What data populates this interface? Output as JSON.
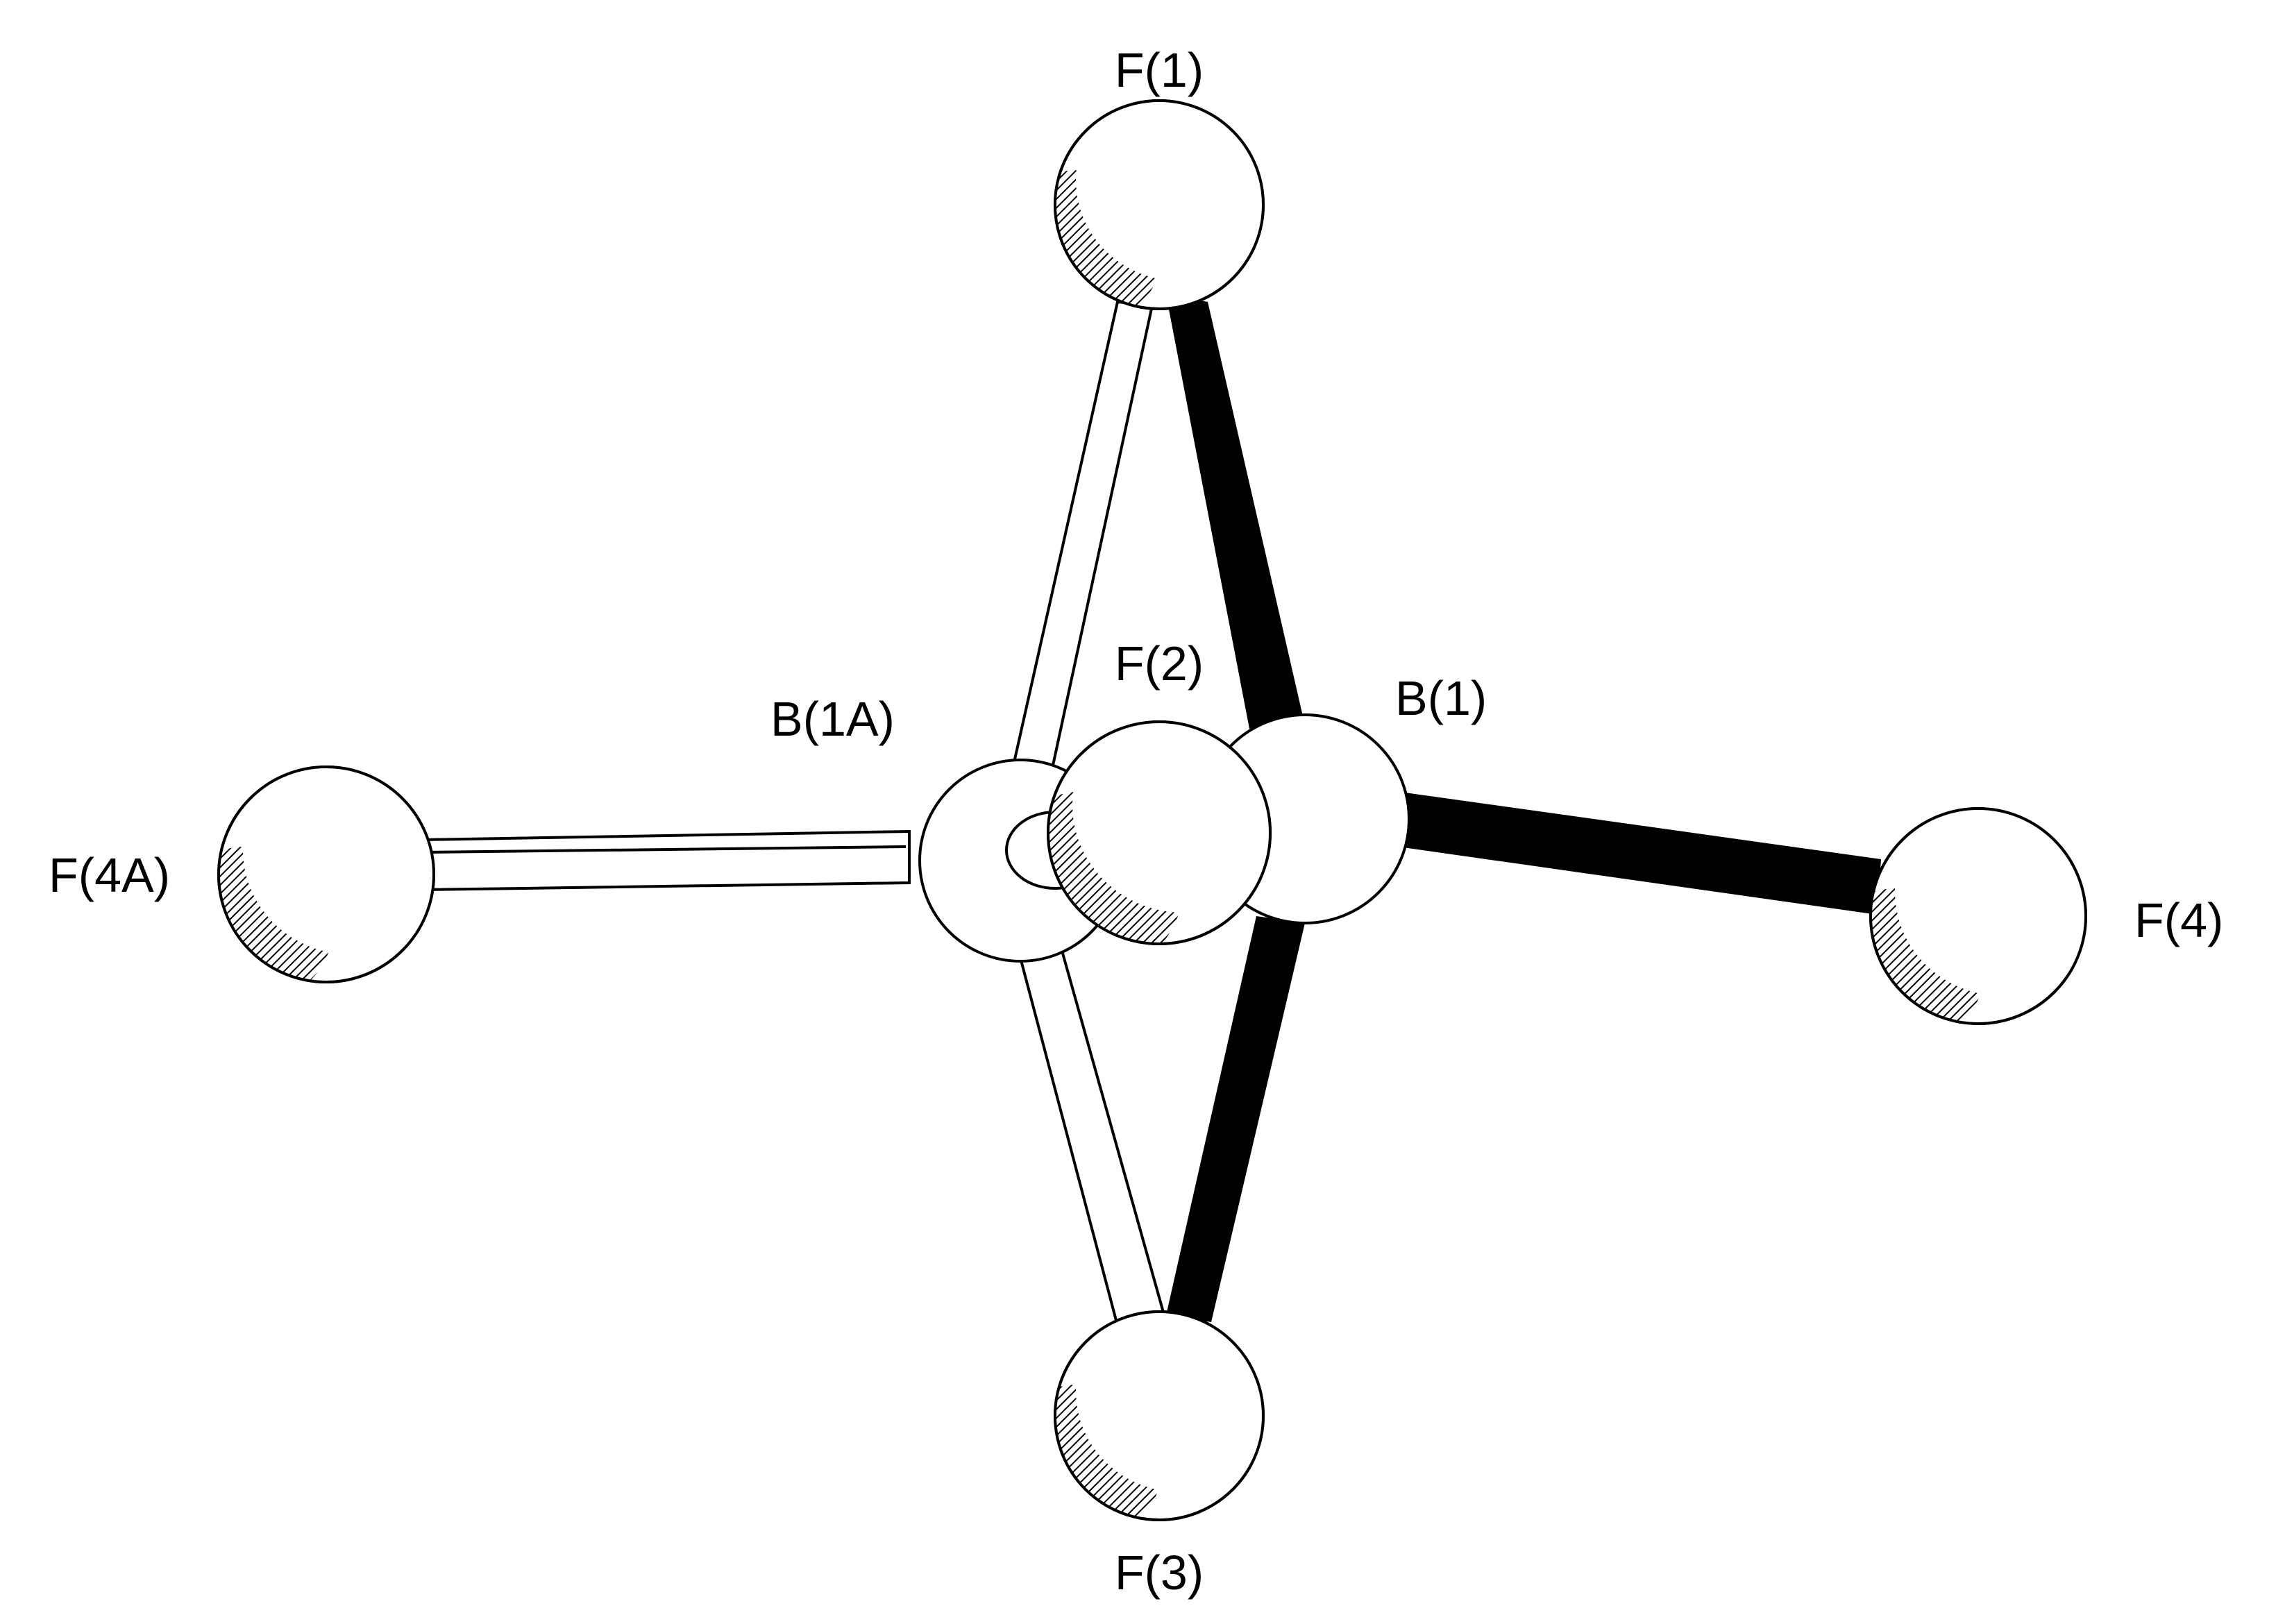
{
  "molecule": {
    "atoms": [
      {
        "id": "F1",
        "label": "F(1)"
      },
      {
        "id": "F2",
        "label": "F(2)"
      },
      {
        "id": "F3",
        "label": "F(3)"
      },
      {
        "id": "F4",
        "label": "F(4)"
      },
      {
        "id": "F4A",
        "label": "F(4A)"
      },
      {
        "id": "B1",
        "label": "B(1)"
      },
      {
        "id": "B1A",
        "label": "B(1A)"
      }
    ],
    "bonds": [
      {
        "from": "B1",
        "to": "F1",
        "style": "filled"
      },
      {
        "from": "B1",
        "to": "F3",
        "style": "filled"
      },
      {
        "from": "B1",
        "to": "F4",
        "style": "filled"
      },
      {
        "from": "B1A",
        "to": "F1",
        "style": "open"
      },
      {
        "from": "B1A",
        "to": "F3",
        "style": "open"
      },
      {
        "from": "B1A",
        "to": "F4A",
        "style": "open"
      }
    ],
    "colors": {
      "line": "#000000",
      "atom_fill": "#ffffff",
      "shading": "#000000",
      "filled_bond": "#000000",
      "open_bond": "#ffffff"
    }
  }
}
